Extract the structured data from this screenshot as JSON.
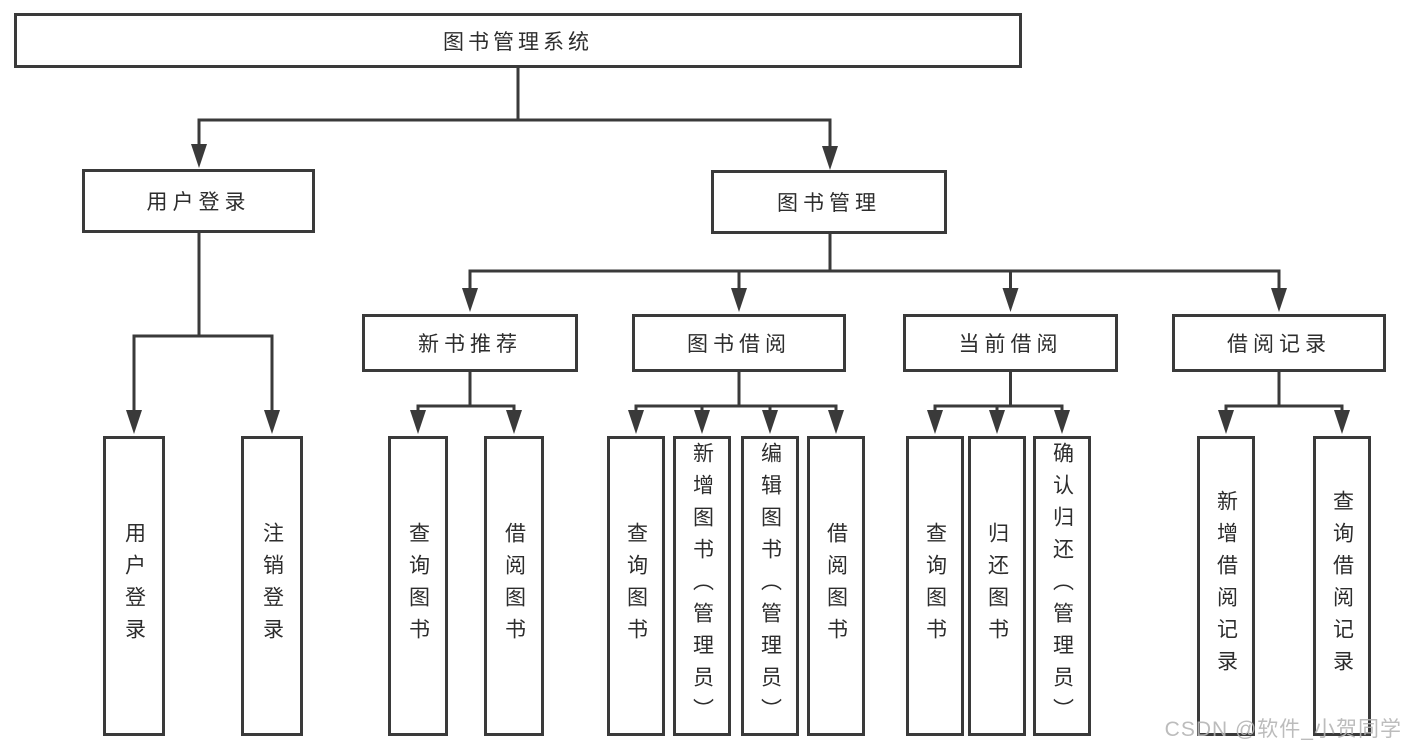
{
  "colors": {
    "line": "#3a3a3a",
    "box_border": "#3a3a3a",
    "text": "#2d2d2d",
    "node_background": "#ffffff",
    "page_background": "#ffffff",
    "watermark": "#b5b5b5"
  },
  "watermark": {
    "text": "CSDN @软件_小贺同学"
  },
  "tree": {
    "label": "图书管理系统",
    "children": [
      {
        "label": "用户登录",
        "children": [
          {
            "label": "用户登录"
          },
          {
            "label": "注销登录"
          }
        ]
      },
      {
        "label": "图书管理",
        "children": [
          {
            "label": "新书推荐",
            "children": [
              {
                "label": "查询图书"
              },
              {
                "label": "借阅图书"
              }
            ]
          },
          {
            "label": "图书借阅",
            "children": [
              {
                "label": "查询图书"
              },
              {
                "label": "新增图书（管理员）"
              },
              {
                "label": "编辑图书（管理员）"
              },
              {
                "label": "借阅图书"
              }
            ]
          },
          {
            "label": "当前借阅",
            "children": [
              {
                "label": "查询图书"
              },
              {
                "label": "归还图书"
              },
              {
                "label": "确认归还（管理员）"
              }
            ]
          },
          {
            "label": "借阅记录",
            "children": [
              {
                "label": "新增借阅记录"
              },
              {
                "label": "查询借阅记录"
              }
            ]
          }
        ]
      }
    ]
  }
}
